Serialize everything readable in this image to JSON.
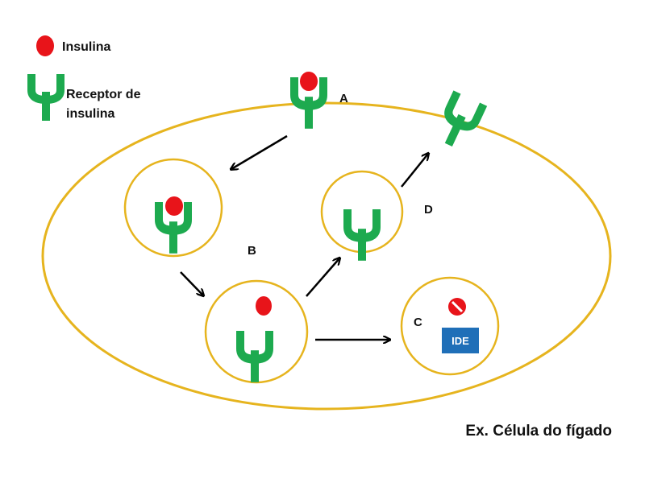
{
  "colors": {
    "membrane": "#E6B41E",
    "receptor": "#1DAA4F",
    "insulin": "#E8141A",
    "ide_box": "#1F6FB8",
    "arrow": "#000000",
    "text": "#111111"
  },
  "legend": {
    "insulin_label": "Insulina",
    "receptor_label_line1": "Receptor de",
    "receptor_label_line2": "insulina"
  },
  "labels": {
    "A": "A",
    "B": "B",
    "C": "C",
    "D": "D"
  },
  "ide_label": "IDE",
  "caption": "Ex. Célula do fígado"
}
